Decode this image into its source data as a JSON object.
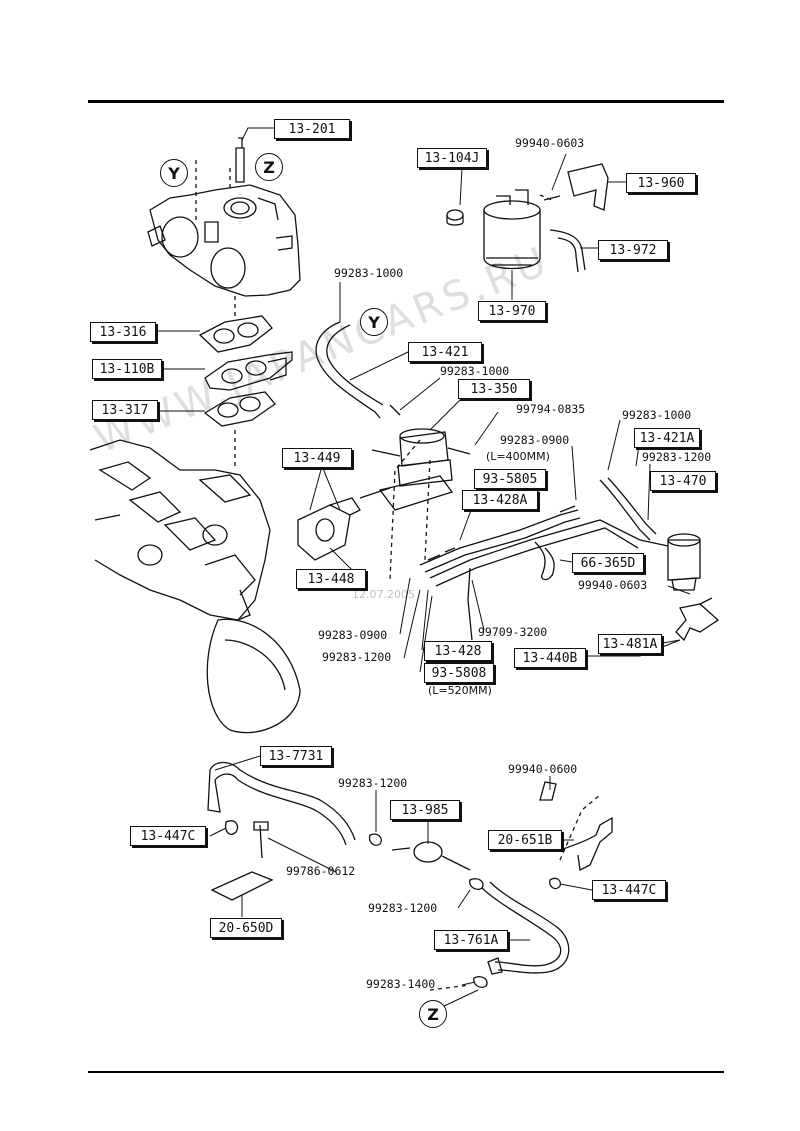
{
  "part_tags": [
    {
      "id": "t201",
      "text": "13-201"
    },
    {
      "id": "t104j",
      "text": "13-104J"
    },
    {
      "id": "t960",
      "text": "13-960"
    },
    {
      "id": "t972",
      "text": "13-972"
    },
    {
      "id": "t970",
      "text": "13-970"
    },
    {
      "id": "t316",
      "text": "13-316"
    },
    {
      "id": "t110b",
      "text": "13-110B"
    },
    {
      "id": "t317",
      "text": "13-317"
    },
    {
      "id": "t421",
      "text": "13-421"
    },
    {
      "id": "t350",
      "text": "13-350"
    },
    {
      "id": "t449",
      "text": "13-449"
    },
    {
      "id": "t448",
      "text": "13-448"
    },
    {
      "id": "t5805",
      "text": "93-5805"
    },
    {
      "id": "t428a",
      "text": "13-428A"
    },
    {
      "id": "t421a",
      "text": "13-421A"
    },
    {
      "id": "t470",
      "text": "13-470"
    },
    {
      "id": "t365d",
      "text": "66-365D"
    },
    {
      "id": "t481a",
      "text": "13-481A"
    },
    {
      "id": "t440b",
      "text": "13-440B"
    },
    {
      "id": "t428",
      "text": "13-428"
    },
    {
      "id": "t5808",
      "text": "93-5808"
    },
    {
      "id": "t7731",
      "text": "13-7731"
    },
    {
      "id": "t985",
      "text": "13-985"
    },
    {
      "id": "t447c1",
      "text": "13-447C"
    },
    {
      "id": "t651b",
      "text": "20-651B"
    },
    {
      "id": "t447c2",
      "text": "13-447C"
    },
    {
      "id": "t650d",
      "text": "20-650D"
    },
    {
      "id": "t761a",
      "text": "13-761A"
    }
  ],
  "part_numbers": [
    {
      "id": "n0603a",
      "text": "99940-0603"
    },
    {
      "id": "n1000a",
      "text": "99283-1000"
    },
    {
      "id": "n1000b",
      "text": "99283-1000"
    },
    {
      "id": "n0835",
      "text": "99794-0835"
    },
    {
      "id": "n1000c",
      "text": "99283-1000"
    },
    {
      "id": "n0900a",
      "text": "99283-0900"
    },
    {
      "id": "nlen400",
      "text": "(L=400MM)"
    },
    {
      "id": "n1200a",
      "text": "99283-1200"
    },
    {
      "id": "n0603b",
      "text": "99940-0603"
    },
    {
      "id": "n0900b",
      "text": "99283-0900"
    },
    {
      "id": "n1200b",
      "text": "99283-1200"
    },
    {
      "id": "n3200",
      "text": "99709-3200"
    },
    {
      "id": "nlen520",
      "text": "(L=520MM)"
    },
    {
      "id": "n0600",
      "text": "99940-0600"
    },
    {
      "id": "n1200c",
      "text": "99283-1200"
    },
    {
      "id": "n0612",
      "text": "99786-0612"
    },
    {
      "id": "n1200d",
      "text": "99283-1200"
    },
    {
      "id": "n1400",
      "text": "99283-1400"
    }
  ],
  "connectors": [
    {
      "id": "y1",
      "text": "Y"
    },
    {
      "id": "z1",
      "text": "Z"
    },
    {
      "id": "y2",
      "text": "Y"
    },
    {
      "id": "z2",
      "text": "Z"
    }
  ],
  "watermark": "WWW.JAPANCARS.RU",
  "watermark_date": "12.07.2005"
}
